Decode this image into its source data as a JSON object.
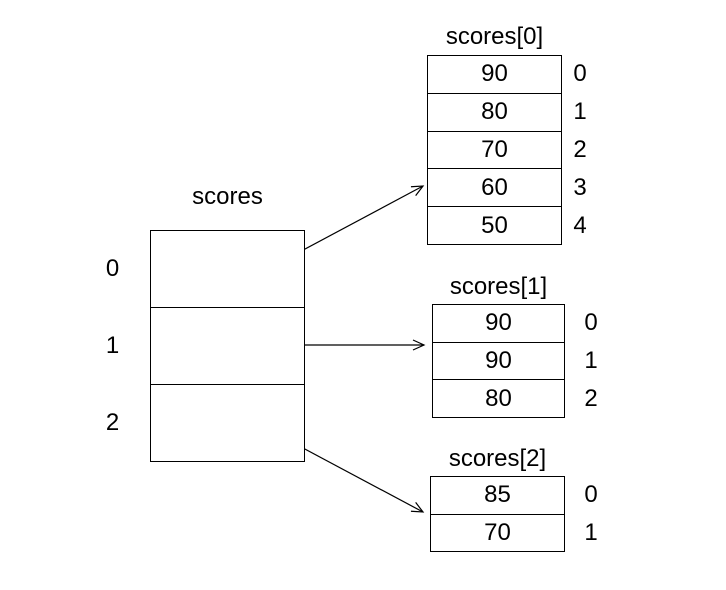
{
  "diagram": {
    "main": {
      "label": "scores",
      "indices": [
        "0",
        "1",
        "2"
      ]
    },
    "sub": [
      {
        "label": "scores[0]",
        "values": [
          "90",
          "80",
          "70",
          "60",
          "50"
        ],
        "indices": [
          "0",
          "1",
          "2",
          "3",
          "4"
        ]
      },
      {
        "label": "scores[1]",
        "values": [
          "90",
          "90",
          "80"
        ],
        "indices": [
          "0",
          "1",
          "2"
        ]
      },
      {
        "label": "scores[2]",
        "values": [
          "85",
          "70"
        ],
        "indices": [
          "0",
          "1"
        ]
      }
    ]
  },
  "colors": {
    "stroke": "#000000",
    "background": "#ffffff"
  }
}
